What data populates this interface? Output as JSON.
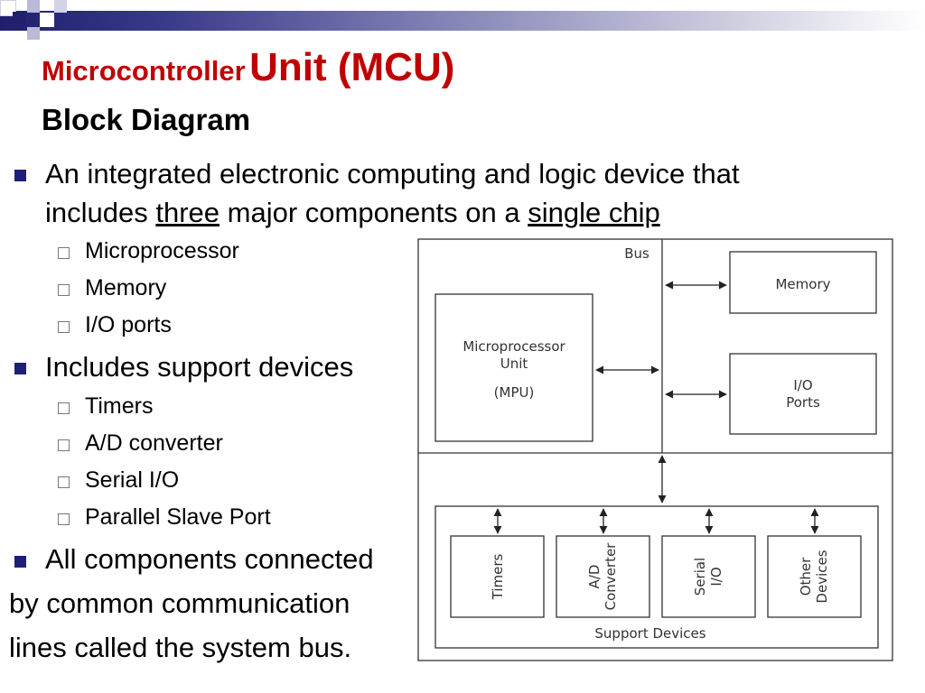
{
  "slide": {
    "title_part1": "Microcontroller",
    "title_part2": "Unit (MCU)",
    "subtitle": "Block Diagram",
    "colors": {
      "title": "#c00000",
      "bullet": "#1f1f7a",
      "bar_dark": "#1f1f6e"
    }
  },
  "bullets": {
    "b1": {
      "line1": "An integrated electronic computing and logic device that",
      "line2_pre": "includes ",
      "line2_u1": "three",
      "line2_mid": " major components on a ",
      "line2_u2": "single chip"
    },
    "b1_items": [
      "Microprocessor",
      "Memory",
      "I/O ports"
    ],
    "b2": "Includes support devices",
    "b2_items": [
      "Timers",
      "A/D converter",
      "Serial I/O",
      "Parallel Slave Port"
    ],
    "b3": {
      "line1": "All components connected",
      "line2": "by common communication",
      "line3": "lines called the system bus."
    }
  },
  "diagram": {
    "bus": "Bus",
    "memory": "Memory",
    "io_line1": "I/O",
    "io_line2": "Ports",
    "mpu_line1": "Microprocessor",
    "mpu_line2": "Unit",
    "mpu_line3": "(MPU)",
    "support_label": "Support Devices",
    "timers": "Timers",
    "ad_line1": "A/D",
    "ad_line2": "Converter",
    "serial_line1": "Serial",
    "serial_line2": "I/O",
    "other_line1": "Other",
    "other_line2": "Devices"
  }
}
